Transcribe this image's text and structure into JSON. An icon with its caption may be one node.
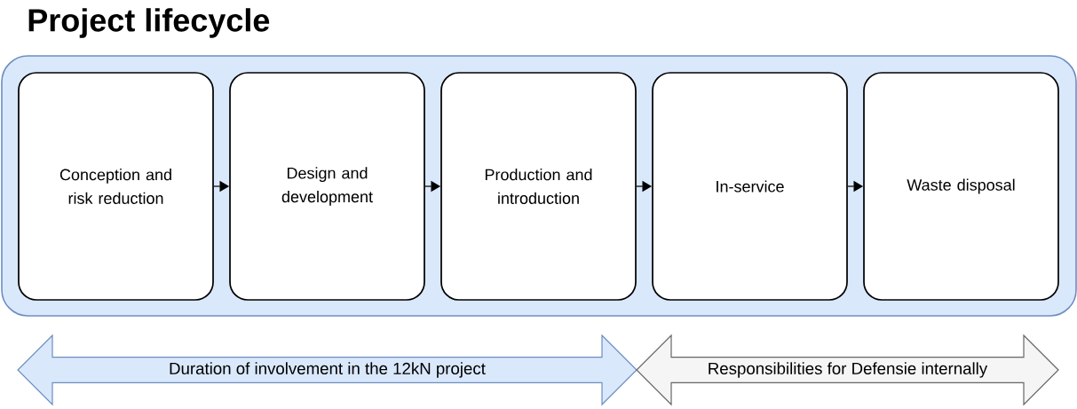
{
  "diagram": {
    "title": "Project lifecycle",
    "nodes": [
      {
        "text": [],
        "shape": "box"
      },
      {
        "text": [
          "Conception and risk reduction"
        ],
        "in": 0
      },
      {
        "text": [
          "Design and development"
        ],
        "in": 0
      },
      {
        "text": [
          "Production and introduction"
        ],
        "in": 0
      },
      {
        "text": [
          "In-service"
        ],
        "in": 0
      },
      {
        "text": [
          "Waste disposal"
        ],
        "in": 0
      },
      {
        "text": [
          "Duration of involvement in the 12kN project"
        ]
      },
      {
        "text": [
          "Responsibilities for Defensie internally"
        ]
      }
    ],
    "edges": [
      {
        "from": 1,
        "to": 2,
        "arrow": "to"
      },
      {
        "from": 2,
        "to": 3,
        "arrow": "to"
      },
      {
        "from": 3,
        "to": 4,
        "arrow": "to"
      },
      {
        "from": 4,
        "to": 5,
        "arrow": "to"
      }
    ]
  }
}
